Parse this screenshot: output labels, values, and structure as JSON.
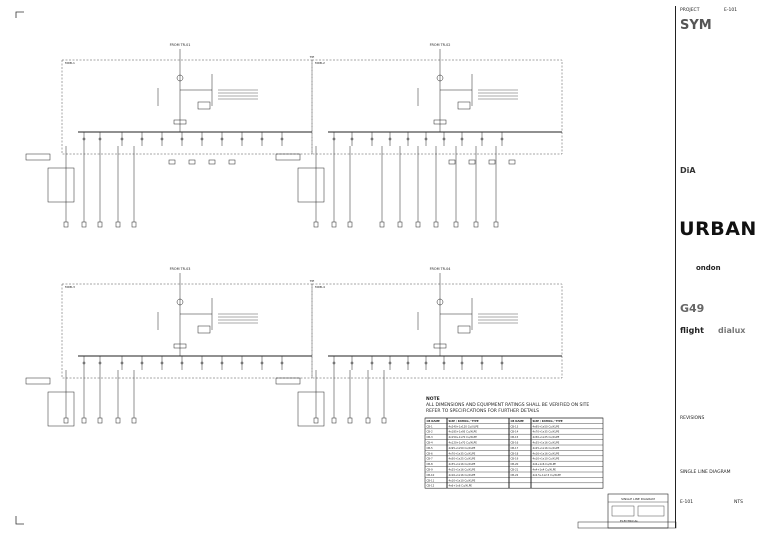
{
  "drawing": {
    "quadrant_labels": {
      "top_left_supply": "FROM TR-01",
      "top_right_supply": "FROM TR-02",
      "bottom_left_supply": "FROM TR-03",
      "bottom_right_supply": "FROM TR-04"
    },
    "panel_tags": {
      "tl": "MDB-1",
      "tr": "MDB-2",
      "bl": "MDB-3",
      "br": "MDB-4",
      "bus_coupler_top": "TIE",
      "bus_coupler_bottom": "TIE"
    }
  },
  "notes": {
    "heading": "NOTE",
    "line1": "ALL DIMENSIONS AND EQUIPMENT RATINGS SHALL BE VERIFIED ON SITE",
    "line2": "REFER TO SPECIFICATIONS FOR FURTHER DETAILS"
  },
  "schedule": {
    "headers": [
      "CB NAME",
      "SIZE / RATING / TYPE",
      "CB NAME",
      "SIZE / RATING / TYPE"
    ],
    "rows": [
      [
        "CB-1",
        "4x240+1x120 Cu/XLPE",
        "CB-13",
        "4x95+1x50 Cu/XLPE"
      ],
      [
        "CB-2",
        "4x185+1x95 Cu/XLPE",
        "CB-14",
        "4x70+1x35 Cu/XLPE"
      ],
      [
        "CB-3",
        "4x150+1x70 Cu/XLPE",
        "CB-15",
        "4x50+1x25 Cu/XLPE"
      ],
      [
        "CB-4",
        "4x120+1x70 Cu/XLPE",
        "CB-16",
        "4x35+1x16 Cu/XLPE"
      ],
      [
        "CB-5",
        "4x95+1x50 Cu/XLPE",
        "CB-17",
        "4x25+1x16 Cu/XLPE"
      ],
      [
        "CB-6",
        "4x70+1x35 Cu/XLPE",
        "CB-18",
        "4x16+1x16 Cu/XLPE"
      ],
      [
        "CB-7",
        "4x50+1x25 Cu/XLPE",
        "CB-19",
        "4x10+1x10 Cu/XLPE"
      ],
      [
        "CB-8",
        "4x35+1x16 Cu/XLPE",
        "CB-20",
        "4x6+1x6 Cu/XLPE"
      ],
      [
        "CB-9",
        "4x25+1x16 Cu/XLPE",
        "CB-21",
        "4x4+1x4 Cu/XLPE"
      ],
      [
        "CB-10",
        "4x16+1x16 Cu/XLPE",
        "CB-22",
        "4x2.5+1x2.5 Cu/XLPE"
      ],
      [
        "CB-11",
        "4x10+1x10 Cu/XLPE",
        "",
        ""
      ],
      [
        "CB-12",
        "4x6+1x6 Cu/XLPE",
        "",
        ""
      ]
    ]
  },
  "stamp": {
    "title": "SINGLE LINE DIAGRAM",
    "sub": "ELECTRICAL"
  },
  "title_block": {
    "project_label": "PROJECT",
    "sheet_no": "E-101",
    "logo_main": "SYM",
    "urban": "URBAN",
    "ondon": "ondon",
    "g49": "G49",
    "flight": "flight",
    "dialux": "dialux",
    "dia": "DiA",
    "revisions_label": "REVISIONS",
    "drawing_title": "SINGLE LINE DIAGRAM",
    "drawing_no": "E-101",
    "scale": "NTS"
  }
}
